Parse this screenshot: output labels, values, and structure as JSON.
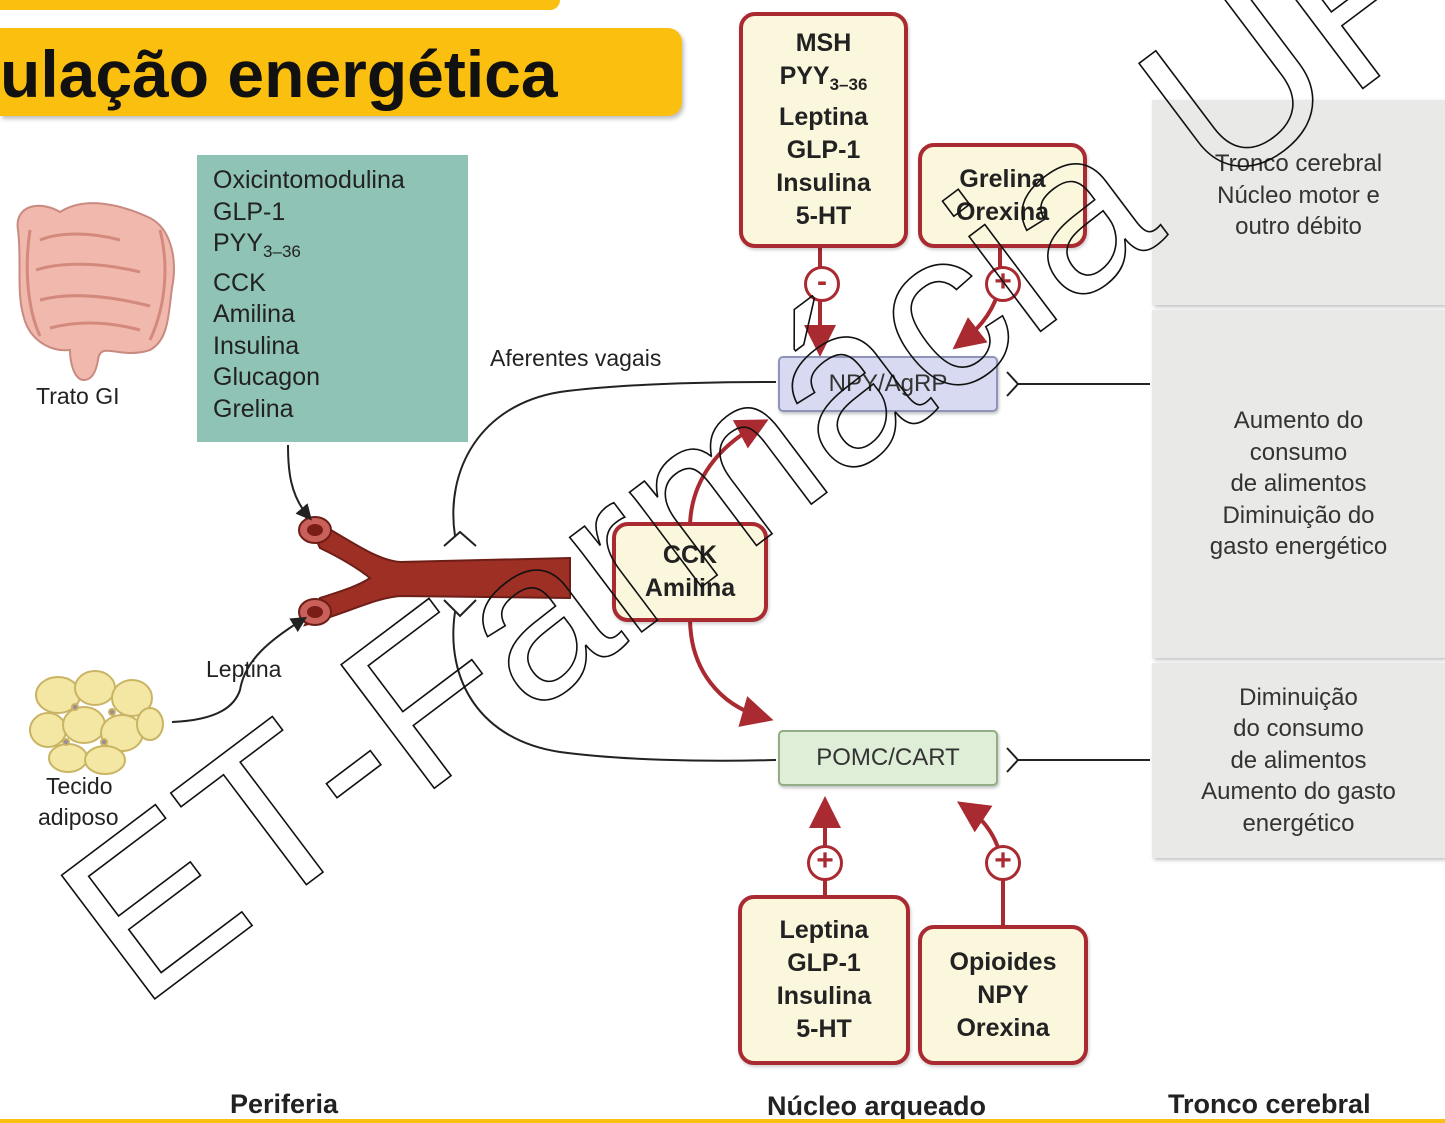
{
  "title": "ulação energética",
  "gi_box": {
    "items": [
      "Oxicintomodulina",
      "GLP-1",
      "PYY",
      "CCK",
      "Amilina",
      "Insulina",
      "Glucagon",
      "Grelina"
    ],
    "pyy_subscript": "3–36"
  },
  "labels": {
    "trato_gi": "Trato GI",
    "tecido_adiposo_1": "Tecido",
    "tecido_adiposo_2": "adiposo",
    "leptina": "Leptina",
    "aferentes_vagais": "Aferentes vagais"
  },
  "box_top_left": {
    "lines": [
      "MSH",
      "PYY",
      "Leptina",
      "GLP-1",
      "Insulina",
      "5-HT"
    ],
    "pyy_subscript": "3–36"
  },
  "box_top_right": {
    "lines": [
      "Grelina",
      "Orexina"
    ]
  },
  "box_middle": {
    "lines": [
      "CCK",
      "Amilina"
    ]
  },
  "box_bottom_left": {
    "lines": [
      "Leptina",
      "GLP-1",
      "Insulina",
      "5-HT"
    ]
  },
  "box_bottom_right": {
    "lines": [
      "Opioides",
      "NPY",
      "Orexina"
    ]
  },
  "nodes": {
    "npy": "NPY/AgRP",
    "pomc": "POMC/CART"
  },
  "signs": {
    "minus": "-",
    "plus": "+"
  },
  "right_panel": {
    "top": [
      "Tronco cerebral",
      "Núcleo motor e",
      "outro débito"
    ],
    "middle": [
      "Aumento do",
      "consumo",
      "de alimentos",
      "Diminuição do",
      "gasto energético"
    ],
    "bottom": [
      "Diminuição",
      "do consumo",
      "de alimentos",
      "Aumento do gasto",
      "energético"
    ]
  },
  "footer": {
    "periferia": "Periferia",
    "nucleo": "Núcleo arqueado",
    "tronco": "Tronco cerebral"
  },
  "watermark": "ET-Farmácia UFPB",
  "colors": {
    "accent": "#fbbf10",
    "red": "#a92a30",
    "teal": "#8fc3b5",
    "npy_fill": "#d7daf0",
    "pomc_fill": "#dfeed7"
  }
}
